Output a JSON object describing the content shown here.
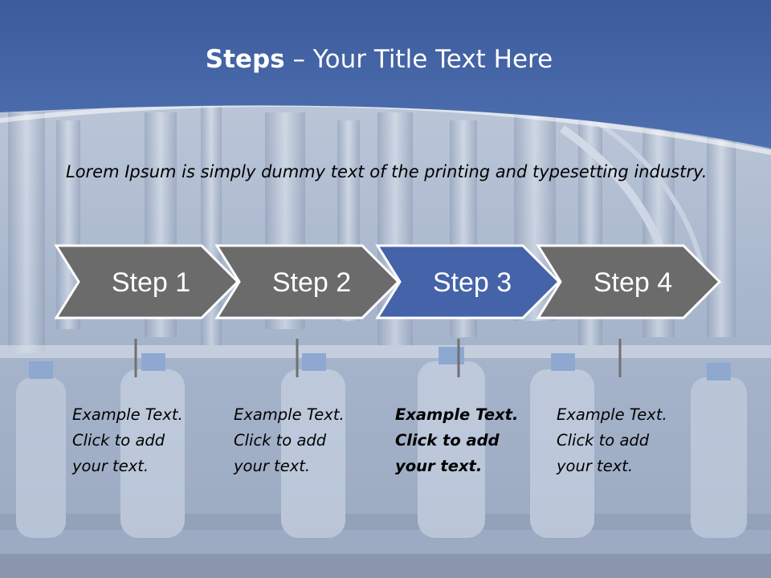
{
  "title": {
    "bold": "Steps",
    "rest": "– Your Title Text Here"
  },
  "intro": "Lorem Ipsum is simply dummy text of the printing and typesetting industry.",
  "steps": [
    {
      "label": "Step 1",
      "desc": "Example Text.\nClick  to add\nyour text.",
      "active": false
    },
    {
      "label": "Step 2",
      "desc": "Example Text.\nClick  to add\nyour text.",
      "active": false
    },
    {
      "label": "Step 3",
      "desc": "Example Text.\nClick  to add\nyour text.",
      "active": true
    },
    {
      "label": "Step 4",
      "desc": "Example Text.\nClick  to add\nyour text.",
      "active": false
    }
  ],
  "colors": {
    "header_blue": "#4a6aa8",
    "step_gray": "#6b6b6b",
    "step_active": "#4563a9",
    "connector": "#707070"
  }
}
